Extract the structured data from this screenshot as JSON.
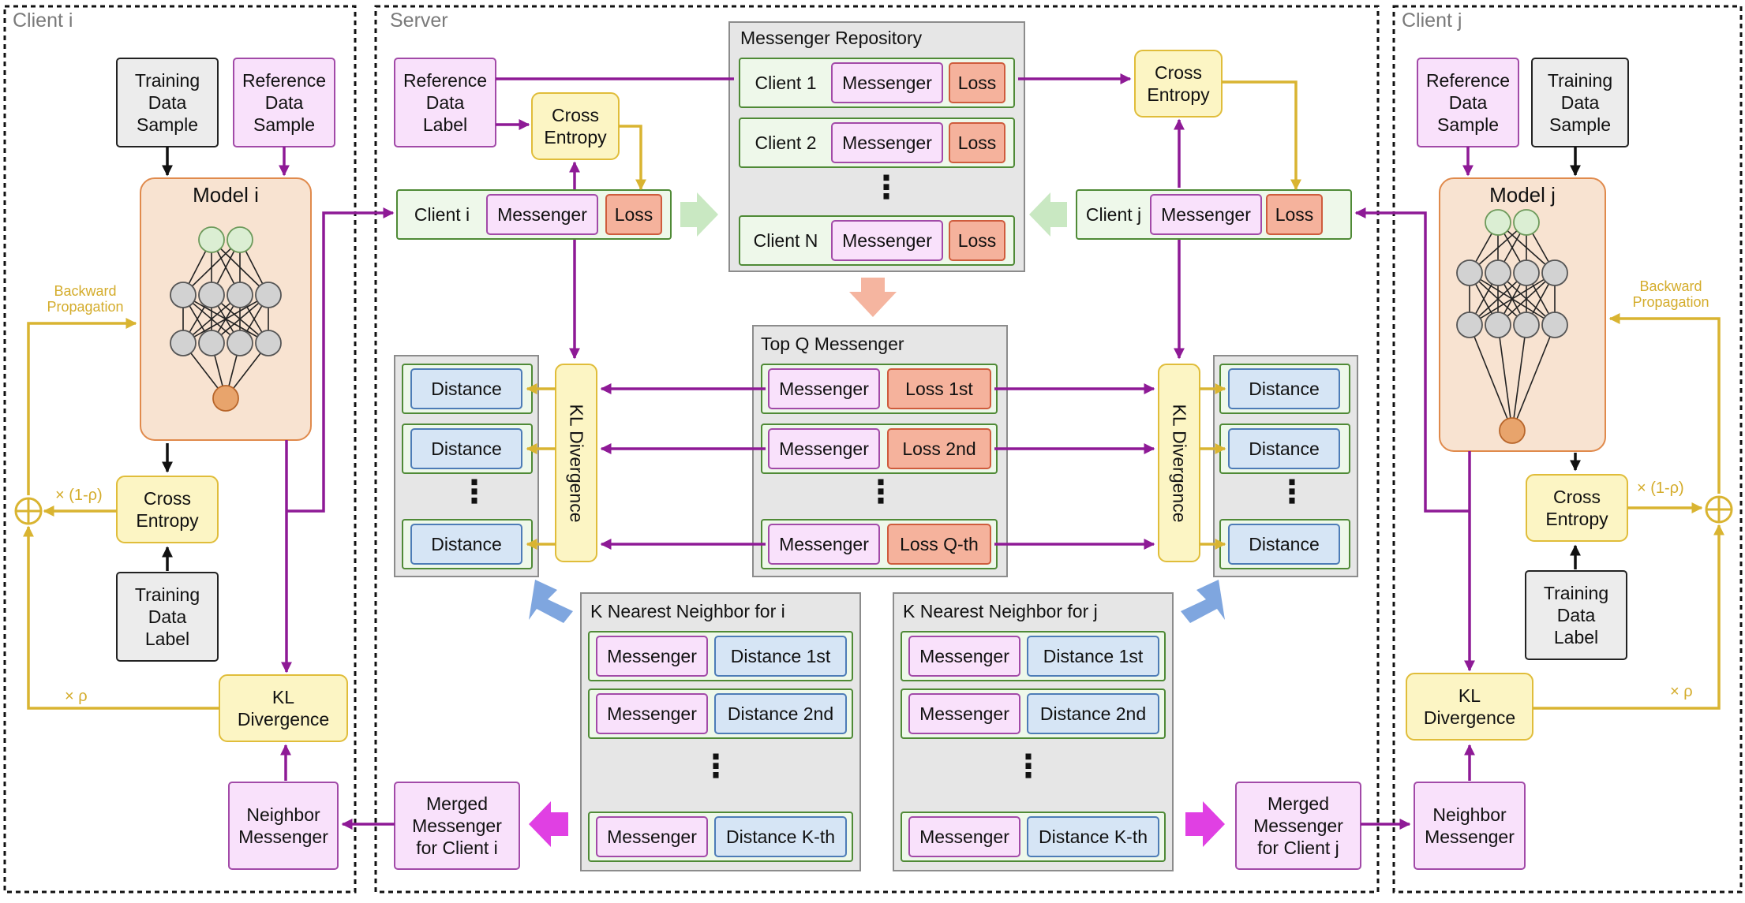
{
  "sections": {
    "client_i": "Client i",
    "server": "Server",
    "client_j": "Client j"
  },
  "client_i": {
    "training_sample": "Training\nData\nSample",
    "reference_sample": "Reference\nData\nSample",
    "model": "Model i",
    "cross_entropy": "Cross\nEntropy",
    "training_label": "Training\nData\nLabel",
    "kl": "KL\nDivergence",
    "neighbor": "Neighbor\nMessenger",
    "backward": "Backward\nPropagation",
    "w1": "× (1-ρ)",
    "w2": "× ρ"
  },
  "client_j": {
    "reference_sample": "Reference\nData\nSample",
    "training_sample": "Training\nData\nSample",
    "model": "Model j",
    "cross_entropy": "Cross\nEntropy",
    "training_label": "Training\nData\nLabel",
    "kl": "KL\nDivergence",
    "neighbor": "Neighbor\nMessenger",
    "backward": "Backward\nPropagation",
    "w1": "× (1-ρ)",
    "w2": "× ρ"
  },
  "server": {
    "reference_label": "Reference\nData\nLabel",
    "cross_entropy": "Cross\nEntropy",
    "client_i": "Client i",
    "client_j": "Client j",
    "messenger": "Messenger",
    "loss": "Loss",
    "repository_title": "Messenger Repository",
    "repository_rows": [
      "Client 1",
      "Client 2",
      "Client N"
    ],
    "topq_title": "Top Q Messenger",
    "topq_losses": [
      "Loss 1st",
      "Loss 2nd",
      "Loss Q-th"
    ],
    "kl_divergence": "KL Divergence",
    "distance": "Distance",
    "knn_i_title": "K Nearest Neighbor for i",
    "knn_j_title": "K Nearest Neighbor for j",
    "knn_distances": [
      "Distance 1st",
      "Distance 2nd",
      "Distance K-th"
    ],
    "merged_i": "Merged\nMessenger\nfor Client i",
    "merged_j": "Merged\nMessenger\nfor Client j"
  },
  "colors": {
    "purple_arrow": "#8e1a96",
    "yellow_arrow": "#d9b431",
    "black_arrow": "#111111",
    "messenger_fill": "#f9e1fb",
    "loss_fill": "#f5b29c",
    "distance_fill": "#d6e5f5",
    "yellow_fill": "#fcf5c4",
    "model_fill": "#f8e3d1",
    "panel_fill": "#e6e6e6",
    "row_fill": "#eef8ea"
  }
}
